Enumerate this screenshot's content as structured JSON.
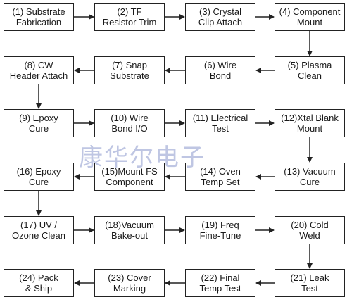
{
  "colors": {
    "border": "#222222",
    "text": "#1a1a1a",
    "watermark": "#4a5fb0"
  },
  "watermark": "康华尔电子",
  "steps": [
    {
      "label": "(1) Substrate\nFabrication"
    },
    {
      "label": "(2)    TF\nResistor Trim"
    },
    {
      "label": "(3) Crystal\nClip Attach"
    },
    {
      "label": "(4) Component\nMount"
    },
    {
      "label": "(5) Plasma\nClean"
    },
    {
      "label": "(6) Wire\nBond"
    },
    {
      "label": "(7) Snap\nSubstrate"
    },
    {
      "label": "(8) CW\nHeader Attach"
    },
    {
      "label": "(9) Epoxy\nCure"
    },
    {
      "label": "(10) Wire\nBond I/O"
    },
    {
      "label": "(11) Electrical\nTest"
    },
    {
      "label": "(12)Xtal Blank\nMount"
    },
    {
      "label": "(13) Vacuum\nCure"
    },
    {
      "label": "(14) Oven\nTemp Set"
    },
    {
      "label": "(15)Mount FS\nComponent"
    },
    {
      "label": "(16) Epoxy\nCure"
    },
    {
      "label": "(17) UV /\nOzone Clean"
    },
    {
      "label": "(18)Vacuum\nBake-out"
    },
    {
      "label": "(19) Freq\nFine-Tune"
    },
    {
      "label": "(20) Cold\nWeld"
    },
    {
      "label": "(21) Leak\nTest"
    },
    {
      "label": "(22) Final\nTemp Test"
    },
    {
      "label": "(23) Cover\nMarking"
    },
    {
      "label": "(24) Pack\n& Ship"
    }
  ]
}
